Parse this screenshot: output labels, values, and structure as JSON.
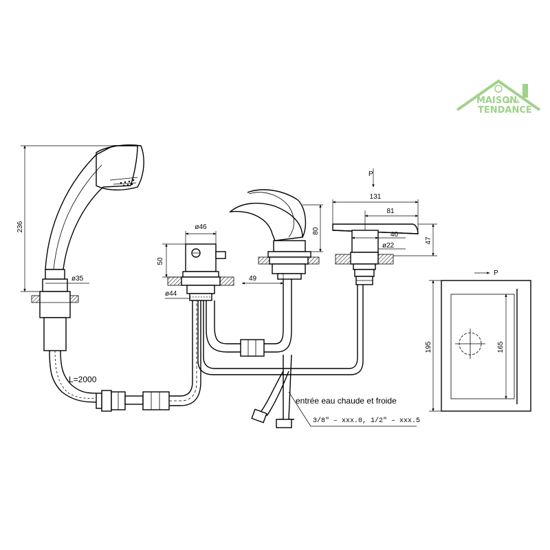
{
  "logo": {
    "line1": "MAISON",
    "line2": "DE LA",
    "line3": "TENDANCE",
    "color": "#9fd28a"
  },
  "dimensions": {
    "shower_height": "236",
    "shower_diameter": "ø35",
    "hose_length": "L=2000",
    "diverter_diameter": "ø46",
    "diverter_height": "50",
    "diverter_base_diameter": "ø44",
    "spout_height": "80",
    "spout_offset": "49",
    "handle_length": "131",
    "handle_reach": "81",
    "handle_width": "40",
    "handle_diameter": "ø22",
    "handle_height": "47",
    "plate_height": "195",
    "plate_inner_height": "165",
    "pressure_label_top": "P",
    "pressure_label_plate": "P"
  },
  "notes": {
    "inlet_title": "entrée eau chaude et froide",
    "inlet_spec": "3/8\" – xxx.0, 1/2\" – xxx.5"
  }
}
